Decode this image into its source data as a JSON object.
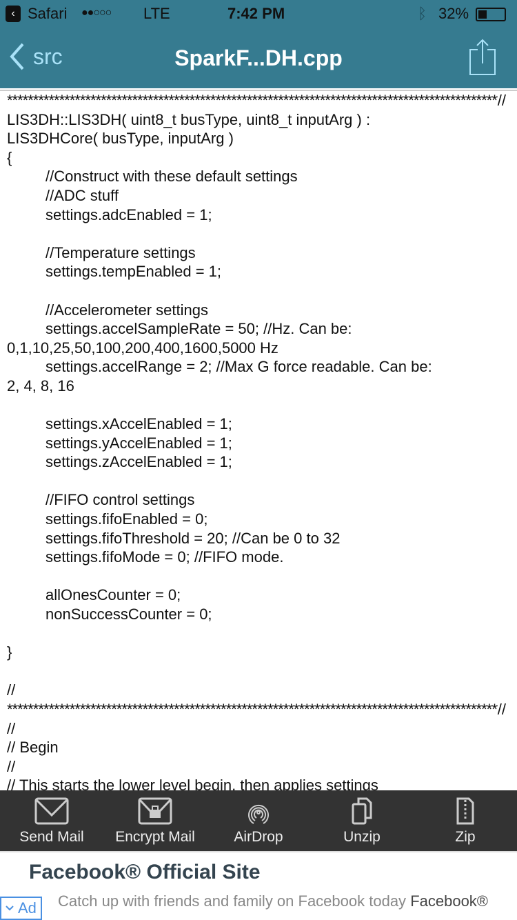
{
  "status": {
    "carrier": "Safari",
    "signal": "●●○○○",
    "network": "LTE",
    "time": "7:42 PM",
    "battery": "32%",
    "battery_level": 0.32
  },
  "nav": {
    "back_label": "src",
    "title": "SparkF...DH.cpp"
  },
  "code": {
    "stars": "************************************************************************************************",
    "stars_end": "//",
    "lines": [
      {
        "i": 0,
        "t": "LIS3DH::LIS3DH( uint8_t busType, uint8_t inputArg ) :"
      },
      {
        "i": 0,
        "t": "LIS3DHCore( busType, inputArg )"
      },
      {
        "i": 0,
        "t": "{"
      },
      {
        "i": 1,
        "t": "//Construct with these default settings"
      },
      {
        "i": 1,
        "t": "//ADC stuff"
      },
      {
        "i": 1,
        "t": "settings.adcEnabled = 1;"
      },
      {
        "i": 1,
        "t": ""
      },
      {
        "i": 1,
        "t": "//Temperature settings"
      },
      {
        "i": 1,
        "t": "settings.tempEnabled = 1;"
      },
      {
        "i": 1,
        "t": ""
      },
      {
        "i": 1,
        "t": "//Accelerometer settings"
      },
      {
        "i": 1,
        "t": "settings.accelSampleRate = 50;  //Hz.  Can be:"
      },
      {
        "i": 0,
        "t": "0,1,10,25,50,100,200,400,1600,5000 Hz"
      },
      {
        "i": 1,
        "t": "settings.accelRange = 2;      //Max G force readable.  Can be:"
      },
      {
        "i": 0,
        "t": "2, 4, 8, 16"
      },
      {
        "i": 1,
        "t": ""
      },
      {
        "i": 1,
        "t": "settings.xAccelEnabled = 1;"
      },
      {
        "i": 1,
        "t": "settings.yAccelEnabled = 1;"
      },
      {
        "i": 1,
        "t": "settings.zAccelEnabled = 1;"
      },
      {
        "i": 1,
        "t": ""
      },
      {
        "i": 1,
        "t": "//FIFO control settings"
      },
      {
        "i": 1,
        "t": "settings.fifoEnabled = 0;"
      },
      {
        "i": 1,
        "t": "settings.fifoThreshold = 20;  //Can be 0 to 32"
      },
      {
        "i": 1,
        "t": "settings.fifoMode = 0;  //FIFO mode."
      },
      {
        "i": 1,
        "t": ""
      },
      {
        "i": 1,
        "t": "allOnesCounter = 0;"
      },
      {
        "i": 1,
        "t": "nonSuccessCounter = 0;"
      },
      {
        "i": 0,
        "t": ""
      },
      {
        "i": 0,
        "t": "}"
      },
      {
        "i": 0,
        "t": ""
      },
      {
        "i": 0,
        "t": "//"
      }
    ],
    "after": [
      {
        "i": 0,
        "t": "//"
      },
      {
        "i": 0,
        "t": "//  Begin"
      },
      {
        "i": 0,
        "t": "//"
      },
      {
        "i": 0,
        "t": "//  This starts the lower level begin, then applies settings"
      }
    ]
  },
  "toolbar": [
    {
      "label": "Send Mail",
      "icon": "mail-icon"
    },
    {
      "label": "Encrypt Mail",
      "icon": "encrypt-mail-icon"
    },
    {
      "label": "AirDrop",
      "icon": "airdrop-icon"
    },
    {
      "label": "Unzip",
      "icon": "unzip-icon"
    },
    {
      "label": "Zip",
      "icon": "zip-icon"
    }
  ],
  "ad": {
    "title": "Facebook® Official Site",
    "text": "Catch up with friends and family on Facebook today",
    "brand": "Facebook®",
    "badge": "Ad"
  }
}
